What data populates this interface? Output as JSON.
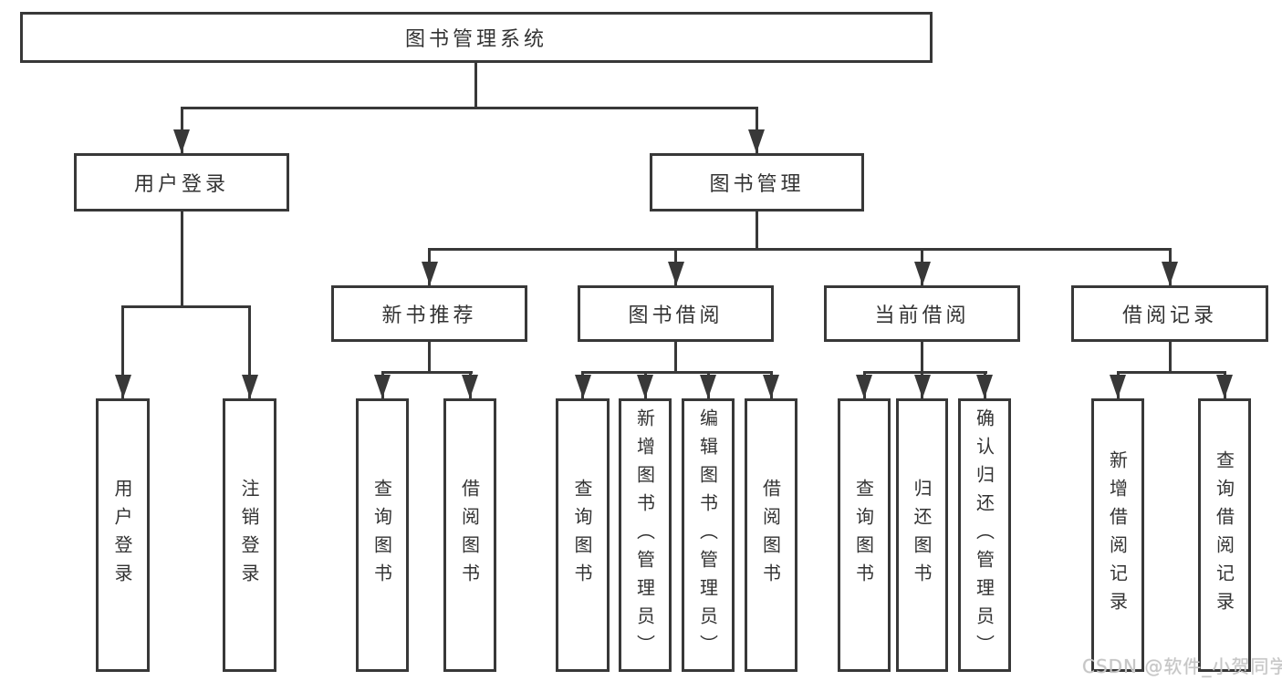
{
  "colors": {
    "line": "#383838",
    "node_text": "#333333",
    "background": "#ffffff",
    "watermark": "#c6c6c6"
  },
  "diagram": {
    "root": {
      "label": "图书管理系统"
    },
    "branches": [
      {
        "label": "用户登录",
        "children": [
          "用户登录",
          "注销登录"
        ]
      },
      {
        "label": "图书管理",
        "sections": [
          {
            "label": "新书推荐",
            "children": [
              "查询图书",
              "借阅图书"
            ]
          },
          {
            "label": "图书借阅",
            "children": [
              "查询图书",
              "新增图书（管理员）",
              "编辑图书（管理员）",
              "借阅图书"
            ]
          },
          {
            "label": "当前借阅",
            "children": [
              "查询图书",
              "归还图书",
              "确认归还（管理员）"
            ]
          },
          {
            "label": "借阅记录",
            "children": [
              "新增借阅记录",
              "查询借阅记录"
            ]
          }
        ]
      }
    ]
  },
  "watermark": {
    "text": "CSDN @软件_小贺同学"
  }
}
